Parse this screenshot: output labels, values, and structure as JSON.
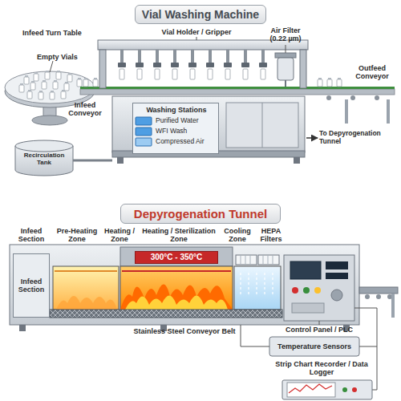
{
  "diagram": {
    "nodes": [
      {
        "text": [
          "Vial Washing Machine"
        ]
      },
      {
        "text": [
          "Washing Stations",
          "Purified Water",
          "WFI Wash",
          "Compressed Air"
        ]
      },
      {
        "text": [
          "Depyrogenation Tunnel"
        ]
      },
      {
        "text": [
          "Infeed Section"
        ]
      },
      {
        "text": [
          "300°C - 350°C"
        ]
      }
    ],
    "labels": [
      "Infeed Turn Table",
      "Empty Vials",
      "Vial Holder / Gripper",
      "Air Filter (0.22 µm)",
      "Outfeed Conveyor",
      "Infeed Conveyor",
      "Recirculation Tank",
      "To Depyrogenation Tunnel",
      "Infeed Section",
      "Pre-Heating Zone",
      "Heating / Zone",
      "Heating / Sterilization Zone",
      "Cooling Zone",
      "HEPA Filters",
      "Stainless Steel Conveyor Belt",
      "Control Panel / PLC",
      "Temperature Sensors",
      "Strip Chart Recorder / Data Logger"
    ]
  }
}
